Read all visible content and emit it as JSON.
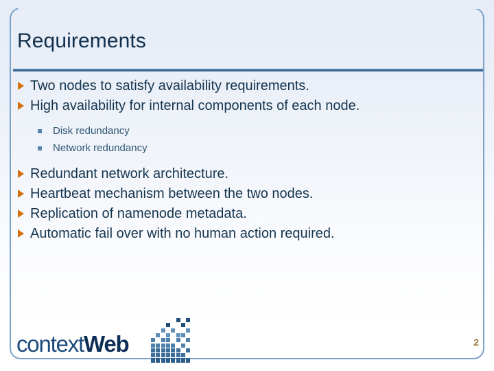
{
  "slide": {
    "title": "Requirements",
    "page_number": "2",
    "accent_color": "#d4700c",
    "rule_color": "#3a6a98",
    "title_color": "#11304d",
    "body_color": "#15354f",
    "subbullet_color": "#2e5773",
    "border_color": "#7ba2c8",
    "background_top_color": "#e7edf7",
    "background_bottom_color": "#ffffff"
  },
  "bullets": [
    {
      "level": 1,
      "marker": "orange-triangle-bullet",
      "text": "Two nodes to satisfy availability requirements."
    },
    {
      "level": 1,
      "marker": "orange-triangle-bullet",
      "text": "High availability for internal components of each node."
    },
    {
      "level": 2,
      "marker": "blue-square-bullet",
      "text": "Disk redundancy"
    },
    {
      "level": 2,
      "marker": "blue-square-bullet",
      "text": "Network redundancy"
    },
    {
      "level": 1,
      "marker": "orange-triangle-bullet",
      "text": "Redundant network architecture."
    },
    {
      "level": 1,
      "marker": "orange-triangle-bullet",
      "text": "Heartbeat mechanism between the two nodes."
    },
    {
      "level": 1,
      "marker": "orange-triangle-bullet",
      "text": "Replication of namenode metadata."
    },
    {
      "level": 1,
      "marker": "orange-triangle-bullet",
      "text": "Automatic fail over with no human action required."
    }
  ],
  "logo": {
    "word_light": "context",
    "word_bold": "Web",
    "graphic": "pixel-grid-mosaic",
    "color_dark": "#0d2f55",
    "color_light": "#1b4a7a",
    "tile_colors": [
      "#2e5f8c",
      "#3d6f9c",
      "#4e80ab",
      "#5f90ba",
      "#1f4f7a"
    ]
  }
}
